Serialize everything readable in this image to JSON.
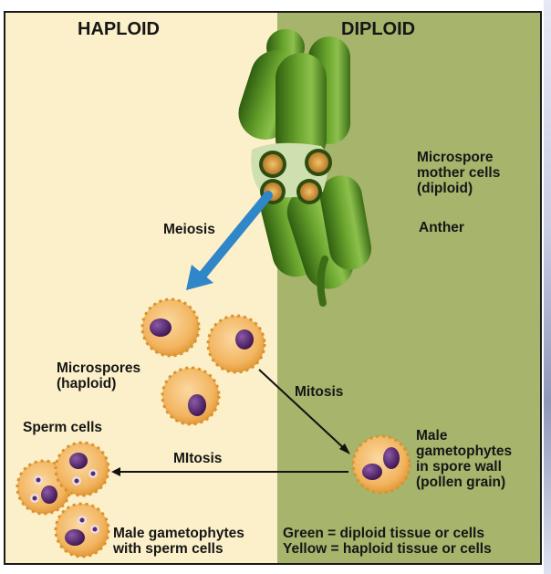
{
  "headers": {
    "haploid": "HAPLOID",
    "diploid": "DIPLOID"
  },
  "labels": {
    "microspore_mother_cells": [
      "Microspore",
      "mother cells",
      "(diploid)"
    ],
    "anther": "Anther",
    "meiosis": "Meiosis",
    "microspores": [
      "Microspores",
      "(haploid)"
    ],
    "mitosis_upper": "Mitosis",
    "male_gametophytes_spore_wall": [
      "Male",
      "gametophytes",
      "in spore wall",
      "(pollen grain)"
    ],
    "sperm_cells": "Sperm cells",
    "mitosis_lower": "MItosis",
    "male_gametophytes_sperm": [
      "Male gametophytes",
      "with sperm cells"
    ]
  },
  "legend": {
    "green": "Green = diploid tissue or cells",
    "yellow": "Yellow = haploid tissue or cells"
  },
  "colors": {
    "haploid_bg": "#fbf0c9",
    "diploid_bg": "#a6b46c",
    "anther_green": "#4f8a1f",
    "cell_orange": "#f2b560",
    "nucleus_purple": "#4a1f5e",
    "meiosis_arrow": "#2f86c8"
  }
}
